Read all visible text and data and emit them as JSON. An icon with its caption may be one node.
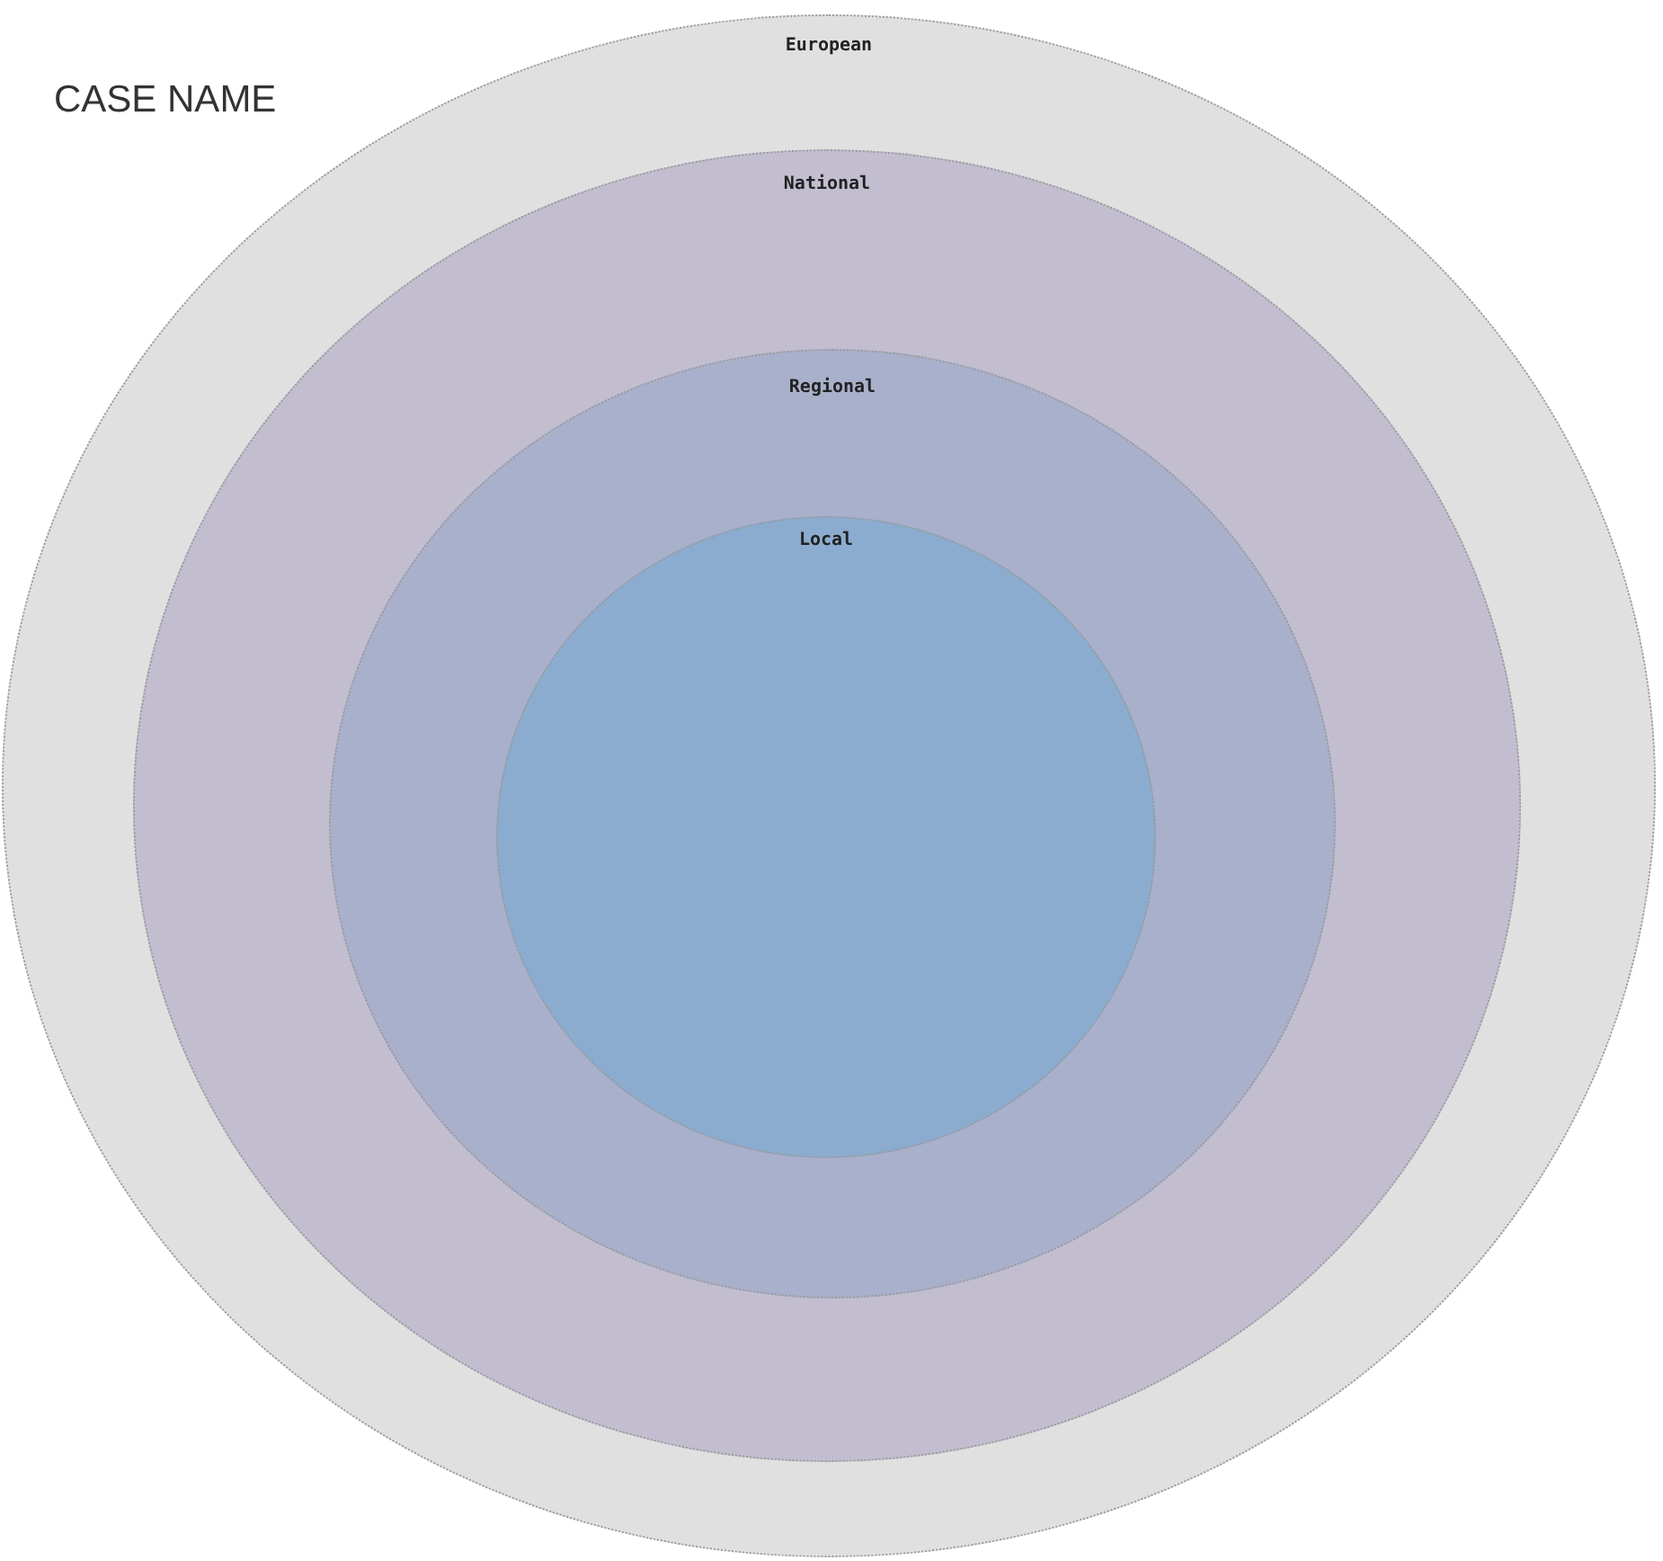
{
  "diagram": {
    "title": "CASE NAME",
    "nodes": [
      {
        "text": [
          "European"
        ]
      },
      {
        "text": [
          "National"
        ],
        "in": 0
      },
      {
        "text": [
          "Regional"
        ],
        "in": 1
      },
      {
        "text": [
          "Local"
        ],
        "in": 2
      }
    ]
  }
}
